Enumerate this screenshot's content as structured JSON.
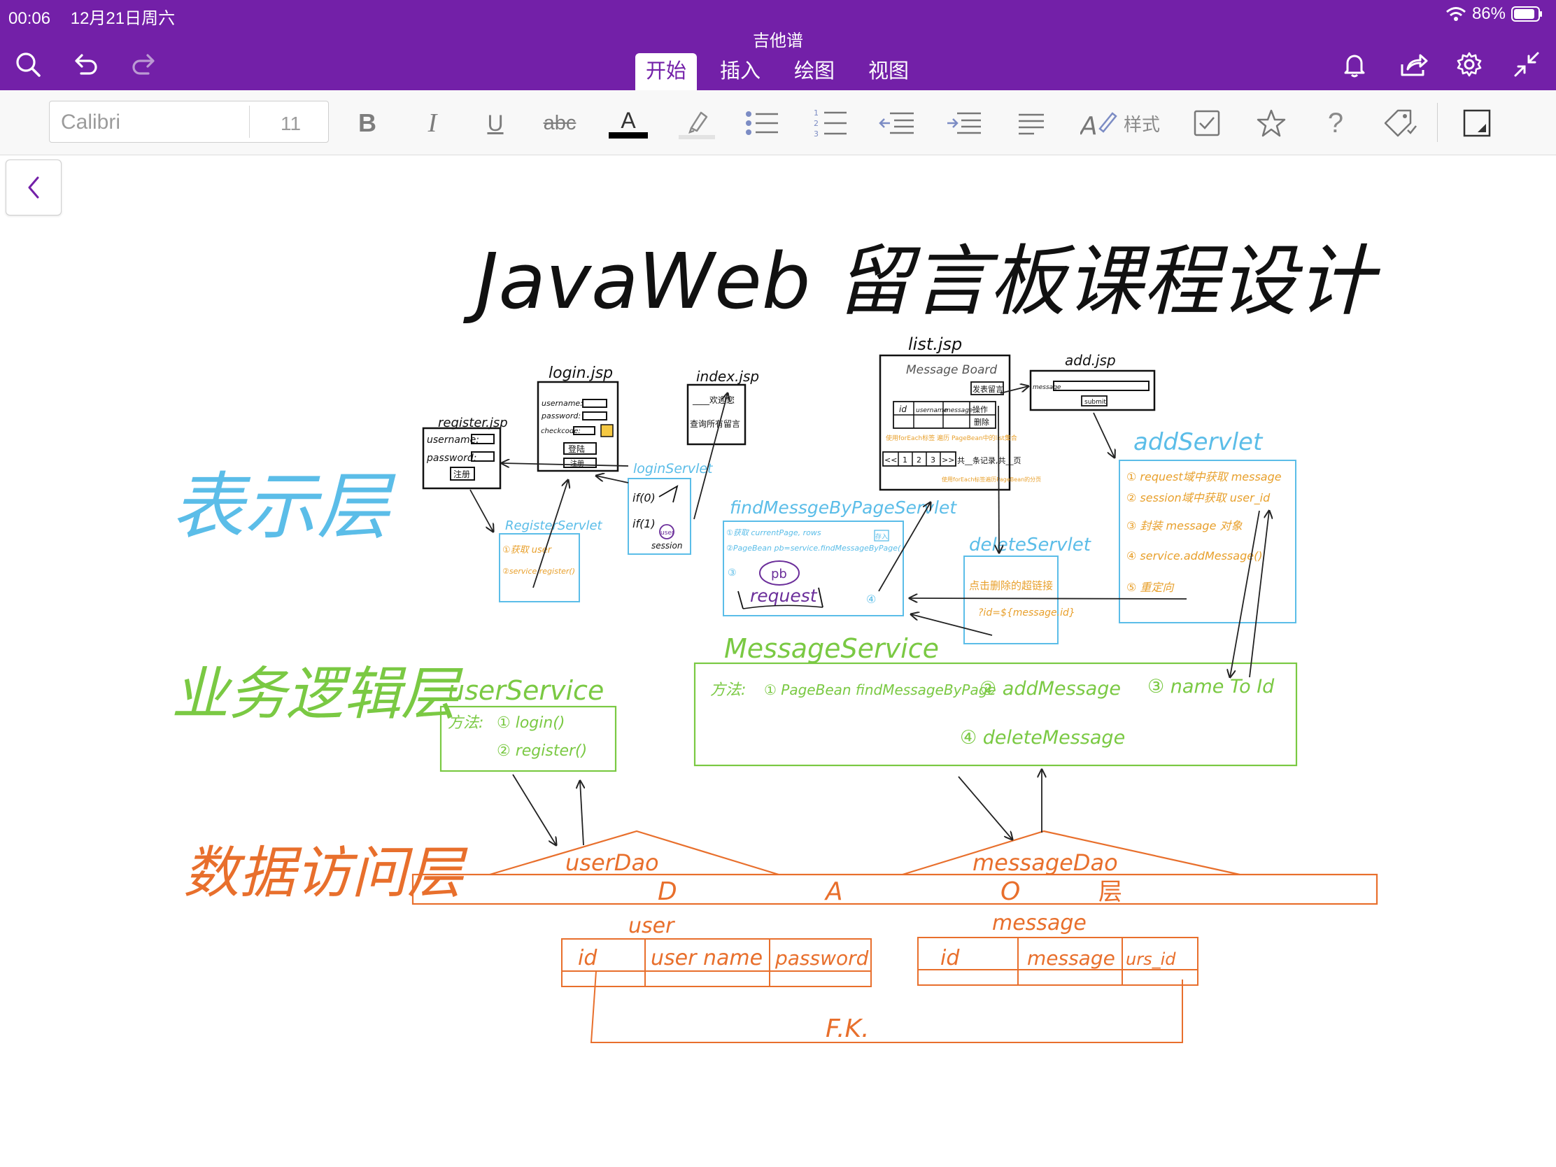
{
  "status_bar": {
    "time": "00:06",
    "date": "12月21日周六",
    "battery": "86%"
  },
  "app": {
    "title": "吉他谱",
    "accent_color": "#7320a8"
  },
  "toolbar": {
    "left_icons": [
      "search-icon",
      "undo-icon",
      "redo-icon"
    ],
    "right_icons": [
      "bell-icon",
      "share-icon",
      "gear-icon",
      "collapse-icon"
    ]
  },
  "tabs": [
    {
      "label": "开始",
      "active": true
    },
    {
      "label": "插入",
      "active": false
    },
    {
      "label": "绘图",
      "active": false
    },
    {
      "label": "视图",
      "active": false
    }
  ],
  "ribbon": {
    "font_name": "Calibri",
    "font_size": "11",
    "bold": "B",
    "italic": "I",
    "underline": "U",
    "strike": "abc",
    "font_color": "A",
    "styles_label": "样式",
    "help": "?"
  },
  "note": {
    "title": "JavaWeb 留言板课程设计",
    "layers": [
      {
        "label": "表示层",
        "color": "#5bbde8"
      },
      {
        "label": "业务逻辑层",
        "color": "#7ac943"
      },
      {
        "label": "数据访问层",
        "color": "#e86f2c"
      }
    ],
    "pages": {
      "register": {
        "name": "register.jsp",
        "username": "username:",
        "password": "password:",
        "button": "注册"
      },
      "login": {
        "name": "login.jsp",
        "username": "username:",
        "password": "password:",
        "checkcode": "checkcode:",
        "button": "登陆",
        "link": "注册"
      },
      "index": {
        "name": "index.jsp",
        "welcome": "____欢迎您",
        "link": "查询所有留言"
      },
      "list": {
        "name": "list.jsp",
        "board": "Message Board",
        "add_btn": "发表留言",
        "cols": [
          "id",
          "username",
          "message",
          "操作"
        ],
        "delete": "删除",
        "foreach_note": "使用forEach标签 遍历 PageBean中的list集合",
        "pager": [
          "<<",
          "1",
          "2",
          "3",
          ">>"
        ],
        "total": "共__条记录,共__页",
        "pager_note": "使用forEach标签遍历PageBean的分页"
      },
      "add": {
        "name": "add.jsp",
        "field": "message",
        "submit": "submit"
      }
    },
    "servlets": {
      "register": {
        "name": "RegisterServlet",
        "steps": [
          "①获取 user",
          "②service.register()"
        ]
      },
      "login": {
        "name": "loginServlet",
        "steps": [
          "if(0)",
          "if(1)"
        ],
        "session_user": "user",
        "session": "session"
      },
      "find": {
        "name": "findMessgeByPageServlet",
        "steps": [
          "①获取 currentPage, rows",
          "②PageBean pb=service.findMessageByPage(",
          "③"
        ],
        "pb": "pb",
        "request": "request",
        "circle4": "④",
        "save": "存入"
      },
      "delete": {
        "name": "deleteServlet",
        "text": [
          "点击删除的超链接",
          "?id=${message.id}"
        ]
      },
      "add": {
        "name": "addServlet",
        "steps": [
          "① request域中获取 message",
          "② session域中获取 user_id",
          "③ 封装 message 对象",
          "④ service.addMessage()",
          "⑤ 重定向"
        ]
      }
    },
    "services": {
      "user": {
        "name": "userService",
        "methods_label": "方法:",
        "methods": [
          "① login()",
          "② register()"
        ]
      },
      "message": {
        "name": "MessageService",
        "methods_label": "方法:",
        "methods": [
          "① PageBean findMessageByPage",
          "② addMessage",
          "③ name To Id",
          "④ deleteMessage"
        ]
      }
    },
    "dao": {
      "user_dao": "userDao",
      "message_dao": "messageDao",
      "layer": [
        "D",
        "A",
        "O",
        "层"
      ]
    },
    "tables": {
      "user": {
        "name": "user",
        "cols": [
          "id",
          "user name",
          "password"
        ]
      },
      "message": {
        "name": "message",
        "cols": [
          "id",
          "message",
          "urs_id"
        ]
      },
      "fk": "F.K."
    }
  }
}
